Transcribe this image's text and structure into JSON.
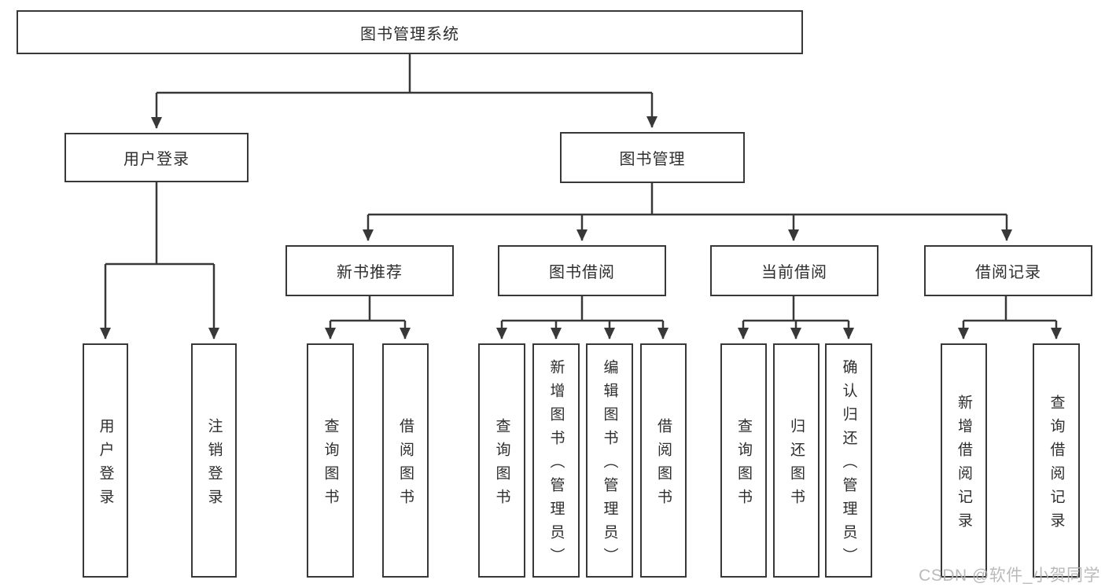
{
  "diagram": {
    "type": "hierarchy-tree",
    "root": {
      "label": "图书管理系统",
      "children": [
        {
          "label": "用户登录",
          "children": [
            {
              "label": "用户登录"
            },
            {
              "label": "注销登录"
            }
          ]
        },
        {
          "label": "图书管理",
          "children": [
            {
              "label": "新书推荐",
              "children": [
                {
                  "label": "查询图书"
                },
                {
                  "label": "借阅图书"
                }
              ]
            },
            {
              "label": "图书借阅",
              "children": [
                {
                  "label": "查询图书"
                },
                {
                  "label": "新增图书（管理员）"
                },
                {
                  "label": "编辑图书（管理员）"
                },
                {
                  "label": "借阅图书"
                }
              ]
            },
            {
              "label": "当前借阅",
              "children": [
                {
                  "label": "查询图书"
                },
                {
                  "label": "归还图书"
                },
                {
                  "label": "确认归还（管理员）"
                }
              ]
            },
            {
              "label": "借阅记录",
              "children": [
                {
                  "label": "新增借阅记录"
                },
                {
                  "label": "查询借阅记录"
                }
              ]
            }
          ]
        }
      ]
    }
  },
  "watermark": {
    "text": "CSDN @软件_小贺同学"
  },
  "colors": {
    "line": "#383838",
    "box_border": "#383838",
    "text": "#2e2e2e",
    "watermark": "#b5b5b5",
    "background": "#ffffff"
  }
}
